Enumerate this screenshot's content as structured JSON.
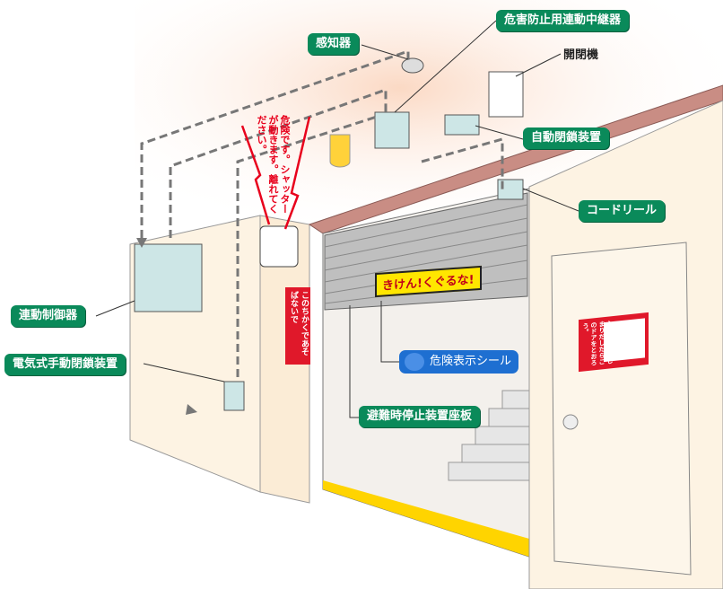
{
  "labels": {
    "sensor": "感知器",
    "relay": "危害防止用連動中継器",
    "opener": "開閉機",
    "auto_closer": "自動閉鎖装置",
    "cord_reel": "コードリール",
    "controller": "連動制御器",
    "manual_closer": "電気式手動閉鎖装置",
    "stop_plate": "避難時停止装置座板",
    "danger_sticker": "危険表示シール"
  },
  "signs": {
    "shutter_warning": "きけん!くぐるな!",
    "speaker_message": "危険です。シャッターが動きます。離れてください。",
    "no_play": "このちかくであそばないで",
    "door_sign": "シャッターがしまりだしたらこのドアをとおろう。"
  },
  "colors": {
    "label_green": "#0a8a5a",
    "accent_red": "#e0182a",
    "sticker_blue": "#1e6fd1"
  }
}
